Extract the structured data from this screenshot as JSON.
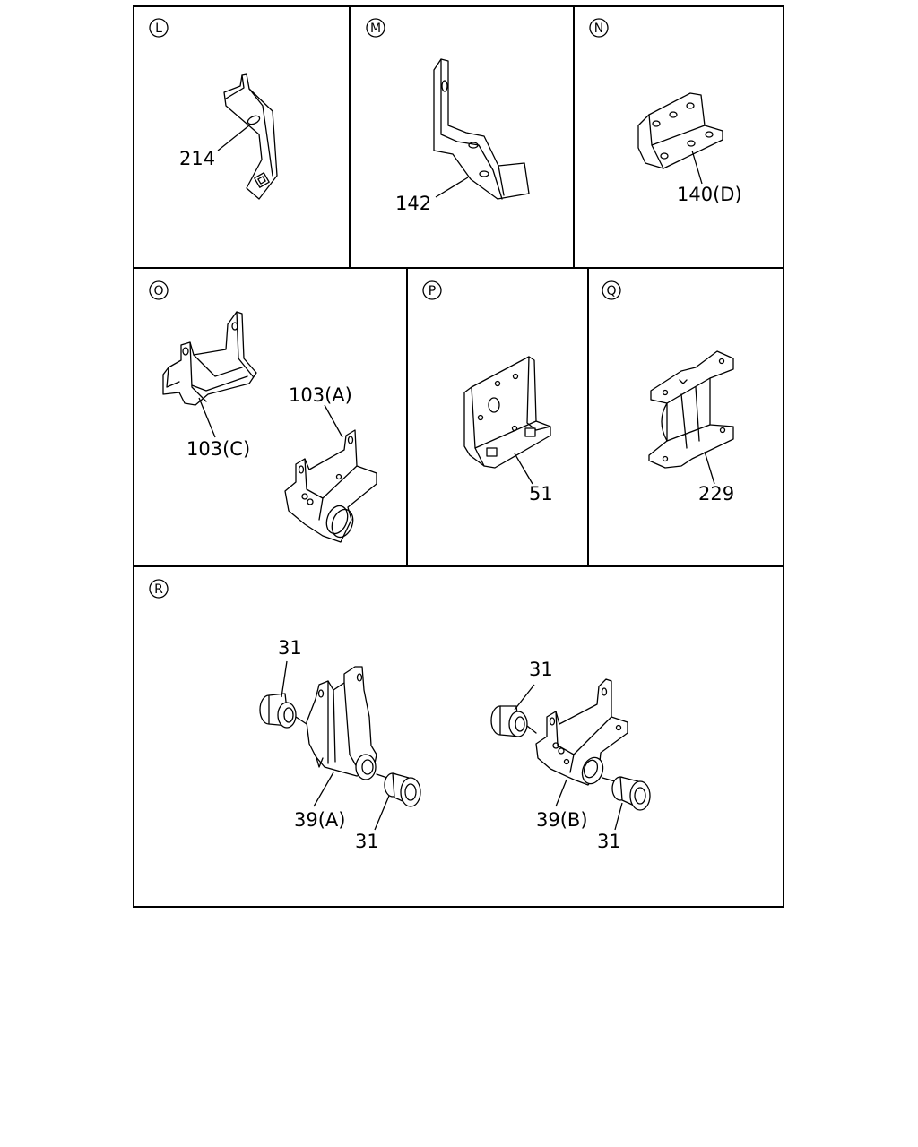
{
  "panels": {
    "L": {
      "letter": "L",
      "parts": [
        "214"
      ]
    },
    "M": {
      "letter": "M",
      "parts": [
        "142"
      ]
    },
    "N": {
      "letter": "N",
      "parts": [
        "140(D)"
      ]
    },
    "O": {
      "letter": "O",
      "parts": [
        "103(C)",
        "103(A)"
      ]
    },
    "P": {
      "letter": "P",
      "parts": [
        "51"
      ]
    },
    "Q": {
      "letter": "Q",
      "parts": [
        "229"
      ]
    },
    "R": {
      "letter": "R",
      "parts": [
        "31",
        "39(A)",
        "31",
        "31",
        "39(B)",
        "31"
      ]
    }
  }
}
